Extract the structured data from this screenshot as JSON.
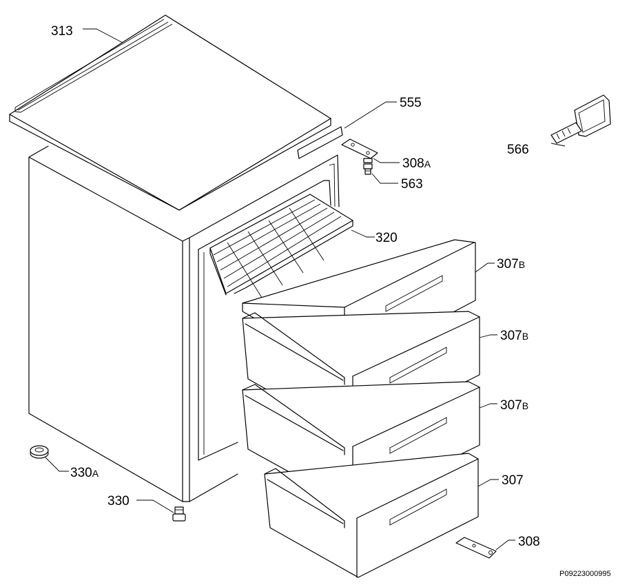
{
  "labels": [
    {
      "num": "313",
      "suffix": ""
    },
    {
      "num": "555",
      "suffix": ""
    },
    {
      "num": "308",
      "suffix": "A"
    },
    {
      "num": "563",
      "suffix": ""
    },
    {
      "num": "566",
      "suffix": ""
    },
    {
      "num": "320",
      "suffix": ""
    },
    {
      "num": "307",
      "suffix": "B"
    },
    {
      "num": "307",
      "suffix": "B"
    },
    {
      "num": "307",
      "suffix": "B"
    },
    {
      "num": "307",
      "suffix": ""
    },
    {
      "num": "330",
      "suffix": "A"
    },
    {
      "num": "330",
      "suffix": ""
    },
    {
      "num": "308",
      "suffix": ""
    }
  ],
  "drawing_code": "P09223000995"
}
